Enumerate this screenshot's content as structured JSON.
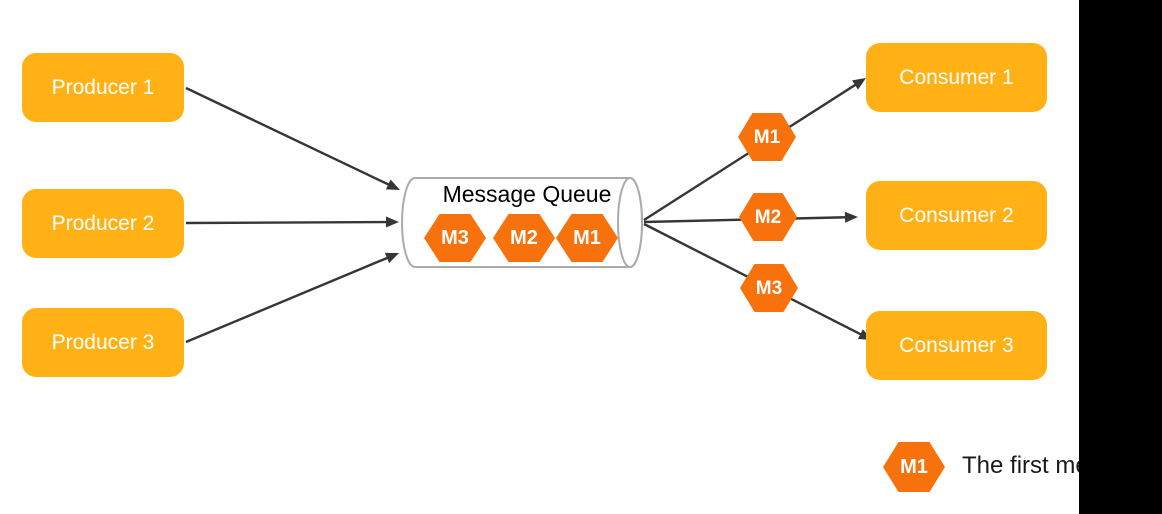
{
  "diagram": {
    "producers": [
      {
        "label": "Producer 1"
      },
      {
        "label": "Producer 2"
      },
      {
        "label": "Producer 3"
      }
    ],
    "consumers": [
      {
        "label": "Consumer 1"
      },
      {
        "label": "Consumer 2"
      },
      {
        "label": "Consumer 3"
      }
    ],
    "queue": {
      "label": "Message Queue",
      "messages": [
        {
          "label": "M3"
        },
        {
          "label": "M2"
        },
        {
          "label": "M1"
        }
      ]
    },
    "in_transit_messages": [
      {
        "label": "M1"
      },
      {
        "label": "M2"
      },
      {
        "label": "M3"
      }
    ],
    "legend": {
      "symbol_label": "M1",
      "text": "The first me"
    },
    "colors": {
      "node_fill": "#FFB115",
      "node_text": "#FFFFFF",
      "message_fill": "#F7720D",
      "message_text": "#FFFFFF",
      "arrow": "#363636",
      "cylinder_stroke": "#ABABAB",
      "label_text": "#000000"
    }
  }
}
